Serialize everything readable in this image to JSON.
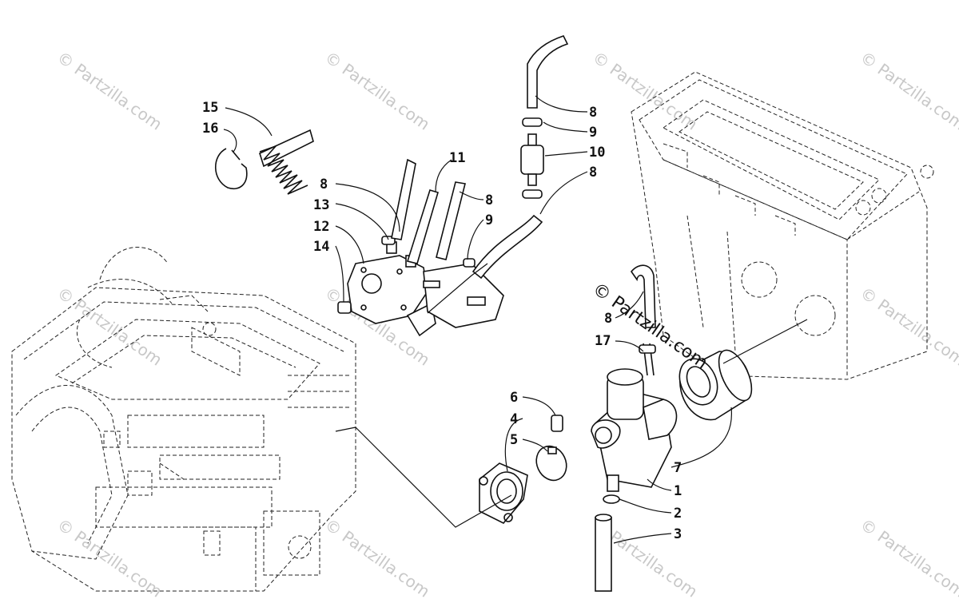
{
  "watermark": {
    "small": "© Partzilla.com",
    "center": "© Partzilla.com"
  },
  "callouts": {
    "c1": "1",
    "c2": "2",
    "c3": "3",
    "c4": "4",
    "c5": "5",
    "c6": "6",
    "c7": "7",
    "c8a": "8",
    "c8b": "8",
    "c8c": "8",
    "c8d": "8",
    "c8e": "8",
    "c9a": "9",
    "c9b": "9",
    "c10": "10",
    "c11": "11",
    "c12": "12",
    "c13": "13",
    "c14": "14",
    "c15": "15",
    "c16": "16",
    "c17": "17"
  }
}
